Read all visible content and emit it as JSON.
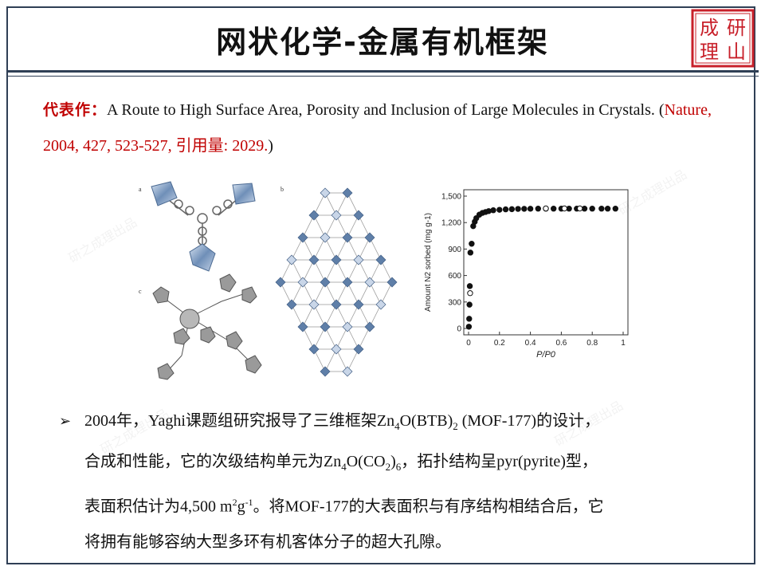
{
  "slide": {
    "title": "网状化学-金属有机框架",
    "seal_chars": [
      "研",
      "成",
      "理",
      "山"
    ]
  },
  "representative": {
    "label": "代表作：",
    "title_text": "A Route to High Surface Area, Porosity and Inclusion of Large Molecules in Crystals. (",
    "citation": "Nature, 2004, 427, 523-527, 引用量: 2029.",
    "close": ")"
  },
  "figure": {
    "panel_labels": [
      "a",
      "b",
      "c"
    ]
  },
  "chart_data": {
    "type": "scatter",
    "title": "",
    "xlabel": "P/P0",
    "ylabel": "Amount N2 sorbed (mg g-1)",
    "xlim": [
      0,
      1
    ],
    "ylim": [
      0,
      1500
    ],
    "xticks": [
      "0",
      "0.2",
      "0.4",
      "0.6",
      "0.8",
      "1"
    ],
    "yticks": [
      "0",
      "300",
      "600",
      "900",
      "1,200",
      "1,500"
    ],
    "series": [
      {
        "marker": "filled",
        "x": [
          0.002,
          0.004,
          0.006,
          0.008,
          0.012,
          0.02,
          0.03,
          0.04,
          0.05,
          0.07,
          0.09,
          0.11,
          0.13,
          0.16,
          0.2,
          0.24,
          0.28,
          0.32,
          0.36,
          0.4,
          0.45,
          0.5,
          0.55,
          0.6,
          0.65,
          0.7,
          0.75,
          0.8,
          0.86,
          0.9,
          0.95
        ],
        "y": [
          20,
          110,
          270,
          480,
          860,
          960,
          1160,
          1210,
          1250,
          1290,
          1310,
          1320,
          1330,
          1340,
          1345,
          1350,
          1352,
          1355,
          1356,
          1357,
          1358,
          1358,
          1358,
          1358,
          1358,
          1358,
          1358,
          1358,
          1358,
          1358,
          1358
        ]
      },
      {
        "marker": "open",
        "x": [
          0.01,
          0.5,
          0.62,
          0.72
        ],
        "y": [
          400,
          1360,
          1360,
          1360
        ]
      }
    ]
  },
  "bullet": {
    "p1": "2004年，Yaghi课题组研究报导了三维框架Zn",
    "sub1": "4",
    "p2": "O(BTB)",
    "sub2": "2",
    "p3": " (MOF-177)的设计，",
    "p4": "合成和性能，它的次级结构单元为Zn",
    "sub3": "4",
    "p5": "O(CO",
    "sub4": "2",
    "p6": ")",
    "sub5": "6",
    "p7": "，拓扑结构呈pyr(pyrite)型，",
    "p8": "表面积估计为4,500 m",
    "sup1": "2",
    "p9": "g",
    "sup2": "-1",
    "p10": "。将MOF-177的大表面积与有序结构相结合后，它",
    "p11": "将拥有能够容纳大型多环有机客体分子的超大孔隙。"
  },
  "watermark": {
    "texts": [
      "研之成理出品",
      "研之成理出品",
      "研之成理出品",
      "研之成理出品"
    ]
  },
  "colors": {
    "frame": "#2f3f55",
    "accent_red": "#c00000",
    "seal_red": "#c8202a"
  }
}
